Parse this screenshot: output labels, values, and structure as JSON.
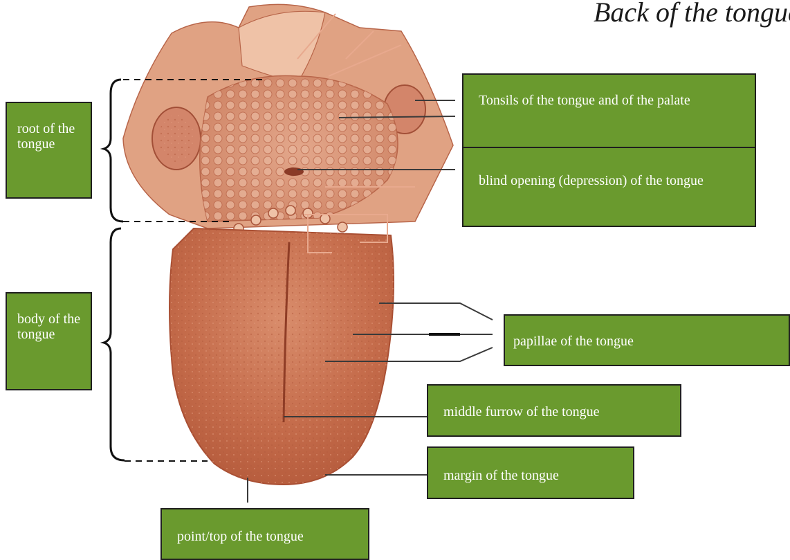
{
  "title": "Back of the tongue",
  "colors": {
    "label_fill": "#6a9a2e",
    "label_border": "#1f1f1f",
    "label_text": "#ffffff",
    "tongue": "#c8704f"
  },
  "labels": {
    "root": "root of the tongue",
    "body": "body of the tongue",
    "tonsils": "Tonsils of the tongue and of the palate",
    "blind_opening": "blind opening (depression) of the tongue",
    "papillae": "papillae of the tongue",
    "middle_furrow": "middle furrow of the tongue",
    "margin": "margin of the tongue",
    "point": "point/top of the tongue"
  }
}
